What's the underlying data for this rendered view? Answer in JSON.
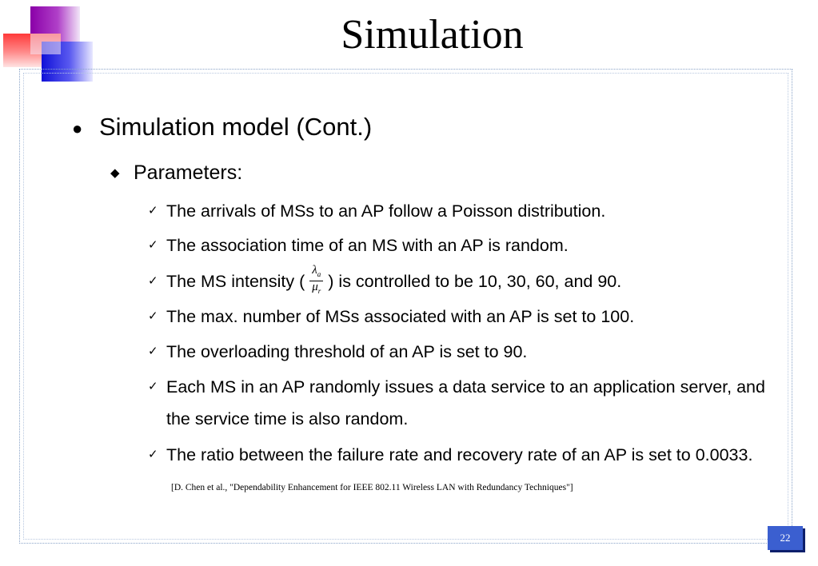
{
  "slide": {
    "title": "Simulation",
    "bullet": "Simulation model (Cont.)",
    "sub_bullet": "Parameters:",
    "items": [
      "The arrivals of MSs to an AP follow a Poisson distribution.",
      "The association time of an MS with an AP is random.",
      "The max. number of MSs associated with an AP is set to 100.",
      "The overloading threshold of an AP is set to 90.",
      "Each MS in an AP randomly issues a data service to an application server, and the service time is also random.",
      "The ratio between the failure rate and recovery rate of an AP is set to 0.0033."
    ],
    "intensity": {
      "prefix": "The MS intensity (",
      "numerator": "λ",
      "numerator_sub": "a",
      "denominator": "μ",
      "denominator_sub": "r",
      "suffix": ") is controlled to be 10, 30, 60, and 90."
    },
    "citation": "[D. Chen et al., \"Dependability Enhancement for IEEE 802.11 Wireless LAN with Redundancy Techniques\"]",
    "page_number": "22"
  },
  "glyphs": {
    "bullet": "●",
    "sub_bullet": "◆",
    "check": "✓"
  },
  "colors": {
    "page_badge": "#3b5fd0",
    "page_badge_shadow": "#0d1f6b",
    "frame": "#8aa4c8"
  }
}
